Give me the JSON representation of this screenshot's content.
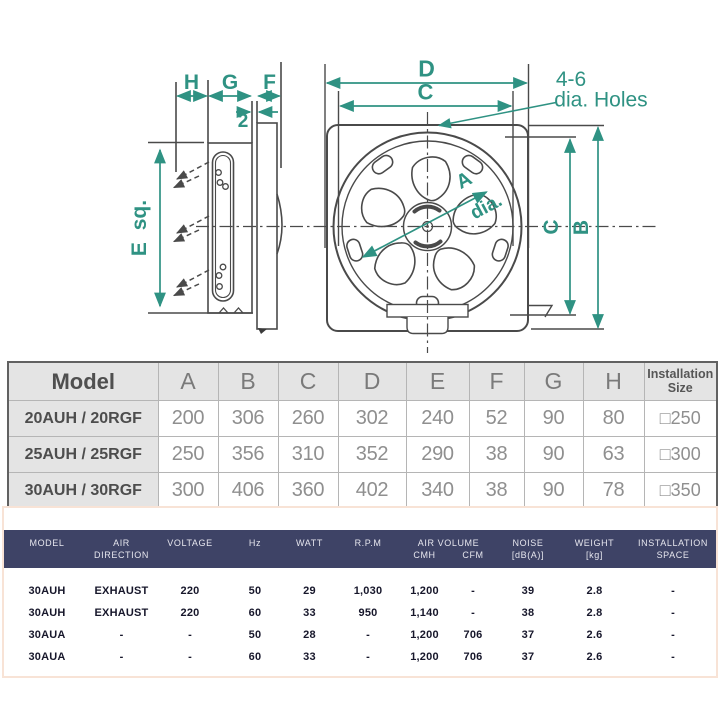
{
  "colors": {
    "accent_teal": "#2F9283",
    "line_gray": "#4A4A4A",
    "spec_header_navy": "#3E4366",
    "table_header_gray": "#E4E4E4",
    "card_border_peach": "#F8E3D6"
  },
  "diagram": {
    "side_view": {
      "dim_h": "H",
      "dim_g": "G",
      "dim_f": "F",
      "dim_2": "2",
      "dim_e": "E sq."
    },
    "front_view": {
      "dim_d": "D",
      "dim_c_top": "C",
      "dim_c_right": "C",
      "dim_b": "B",
      "holes_line1": "4-6",
      "holes_line2": "dia. Holes",
      "dim_a": "A",
      "dim_a_dia": "dia."
    }
  },
  "dim_table": {
    "col_model": "Model",
    "columns": [
      "A",
      "B",
      "C",
      "D",
      "E",
      "F",
      "G",
      "H"
    ],
    "col_install_1": "Installation",
    "col_install_2": "Size",
    "rows": [
      {
        "model": "20AUH / 20RGF",
        "a": "200",
        "b": "306",
        "c": "260",
        "d": "302",
        "e": "240",
        "f": "52",
        "g": "90",
        "h": "80",
        "install": "□250"
      },
      {
        "model": "25AUH / 25RGF",
        "a": "250",
        "b": "356",
        "c": "310",
        "d": "352",
        "e": "290",
        "f": "38",
        "g": "90",
        "h": "63",
        "install": "□300"
      },
      {
        "model": "30AUH / 30RGF",
        "a": "300",
        "b": "406",
        "c": "360",
        "d": "402",
        "e": "340",
        "f": "38",
        "g": "90",
        "h": "78",
        "install": "□350"
      }
    ]
  },
  "spec_table": {
    "headers": {
      "model": "MODEL",
      "air1": "AIR",
      "air2": "DIRECTION",
      "voltage": "VOLTAGE",
      "hz": "Hz",
      "watt": "WATT",
      "rpm": "R.P.M",
      "airvol": "AIR VOLUME",
      "cmh": "CMH",
      "cfm": "CFM",
      "noise1": "NOISE",
      "noise2": "[dB(A)]",
      "weight1": "WEIGHT",
      "weight2": "[kg]",
      "install1": "INSTALLATION",
      "install2": "SPACE"
    },
    "rows": [
      {
        "model": "30AUH",
        "air": "EXHAUST",
        "voltage": "220",
        "hz": "50",
        "watt": "29",
        "rpm": "1,030",
        "cmh": "1,200",
        "cfm": "-",
        "noise": "39",
        "weight": "2.8",
        "install": "-"
      },
      {
        "model": "30AUH",
        "air": "EXHAUST",
        "voltage": "220",
        "hz": "60",
        "watt": "33",
        "rpm": "950",
        "cmh": "1,140",
        "cfm": "-",
        "noise": "38",
        "weight": "2.8",
        "install": "-"
      },
      {
        "model": "30AUA",
        "air": "-",
        "voltage": "-",
        "hz": "50",
        "watt": "28",
        "rpm": "-",
        "cmh": "1,200",
        "cfm": "706",
        "noise": "37",
        "weight": "2.6",
        "install": "-"
      },
      {
        "model": "30AUA",
        "air": "-",
        "voltage": "-",
        "hz": "60",
        "watt": "33",
        "rpm": "-",
        "cmh": "1,200",
        "cfm": "706",
        "noise": "37",
        "weight": "2.6",
        "install": "-"
      }
    ]
  }
}
